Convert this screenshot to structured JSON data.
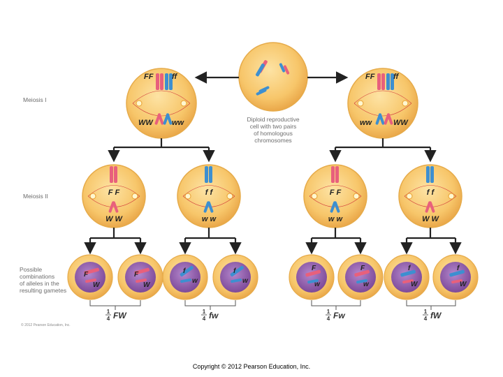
{
  "labels": {
    "meiosis1": "Meiosis I",
    "meiosis2": "Meiosis II",
    "possible": [
      "Possible",
      "combinations",
      "of alleles in the",
      "resulting gametes"
    ]
  },
  "caption": [
    "Diploid reproductive",
    "cell with two pairs",
    "of homologous",
    "chromosomes"
  ],
  "meiosis1_cells": [
    {
      "top_left": "FF",
      "top_right": "ff",
      "bottom_left": "WW",
      "bottom_right": "ww"
    },
    {
      "top_left": "FF",
      "top_right": "ff",
      "bottom_left": "ww",
      "bottom_right": "WW"
    }
  ],
  "meiosis2_cells": [
    {
      "top": "F F",
      "bottom": "W W"
    },
    {
      "top": "f f",
      "bottom": "w w"
    },
    {
      "top": "F F",
      "bottom": "w w"
    },
    {
      "top": "f f",
      "bottom": "W W"
    }
  ],
  "gametes": [
    {
      "top": "F",
      "bottom": "W"
    },
    {
      "top": "F",
      "bottom": "W"
    },
    {
      "top": "f",
      "bottom": "w"
    },
    {
      "top": "f",
      "bottom": "w"
    },
    {
      "top": "F",
      "bottom": "w"
    },
    {
      "top": "F",
      "bottom": "w"
    },
    {
      "top": "f",
      "bottom": "W"
    },
    {
      "top": "f",
      "bottom": "W"
    }
  ],
  "results": [
    {
      "numerator": "1",
      "denominator": "4",
      "combo": "FW"
    },
    {
      "numerator": "1",
      "denominator": "4",
      "combo": "fw"
    },
    {
      "numerator": "1",
      "denominator": "4",
      "combo": "Fw"
    },
    {
      "numerator": "1",
      "denominator": "4",
      "combo": "fW"
    }
  ],
  "small_copyright": "© 2012 Pearson Education, Inc.",
  "copyright": "Copyright © 2012 Pearson Education, Inc.",
  "colors": {
    "cell_fill": "#f7c66a",
    "cell_stroke": "#e6ab4a",
    "gamete_fill": "#8c5aa8",
    "red_chromosome": "#e8607c",
    "blue_chromosome": "#3d8fd0",
    "arrow": "#222222"
  }
}
